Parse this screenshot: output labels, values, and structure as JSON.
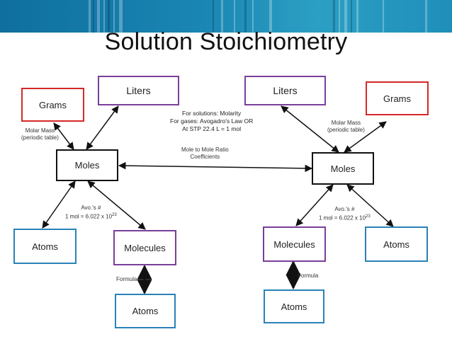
{
  "title": "Solution Stoichiometry",
  "left": {
    "grams": "Grams",
    "liters": "Liters",
    "moles": "Moles",
    "atoms": "Atoms",
    "molecules": "Molecules",
    "atoms2": "Atoms",
    "molar_mass_line1": "Molar Mass",
    "molar_mass_line2": "(periodic table)",
    "avo_line1": "Avo.'s #",
    "avo_line2": "1 mol = 6.022 x 10",
    "avo_exp": "23",
    "formula": "Formula"
  },
  "right": {
    "grams": "Grams",
    "liters": "Liters",
    "moles": "Moles",
    "atoms": "Atoms",
    "molecules": "Molecules",
    "atoms2": "Atoms",
    "molar_mass_line1": "Molar Mass",
    "molar_mass_line2": "(periodic table)",
    "avo_line1": "Avo.'s #",
    "avo_line2": "1 mol = 6.022 x 10",
    "avo_exp": "23",
    "formula": "Formula"
  },
  "center": {
    "solution_note_1": "For solutions:  Molarity",
    "solution_note_2": "For gases:  Avogadro's Law OR",
    "solution_note_3": "At STP 22.4 L = 1 mol",
    "ratio_line1": "Mole to Mole Ratio",
    "ratio_line2": "Coefficients"
  },
  "colors": {
    "grams": "#d62828",
    "liters": "#7a3f9a",
    "moles": "#111111",
    "atoms": "#2a82b6",
    "molecules": "#7a3f9a",
    "banner": "#1a86b3"
  }
}
